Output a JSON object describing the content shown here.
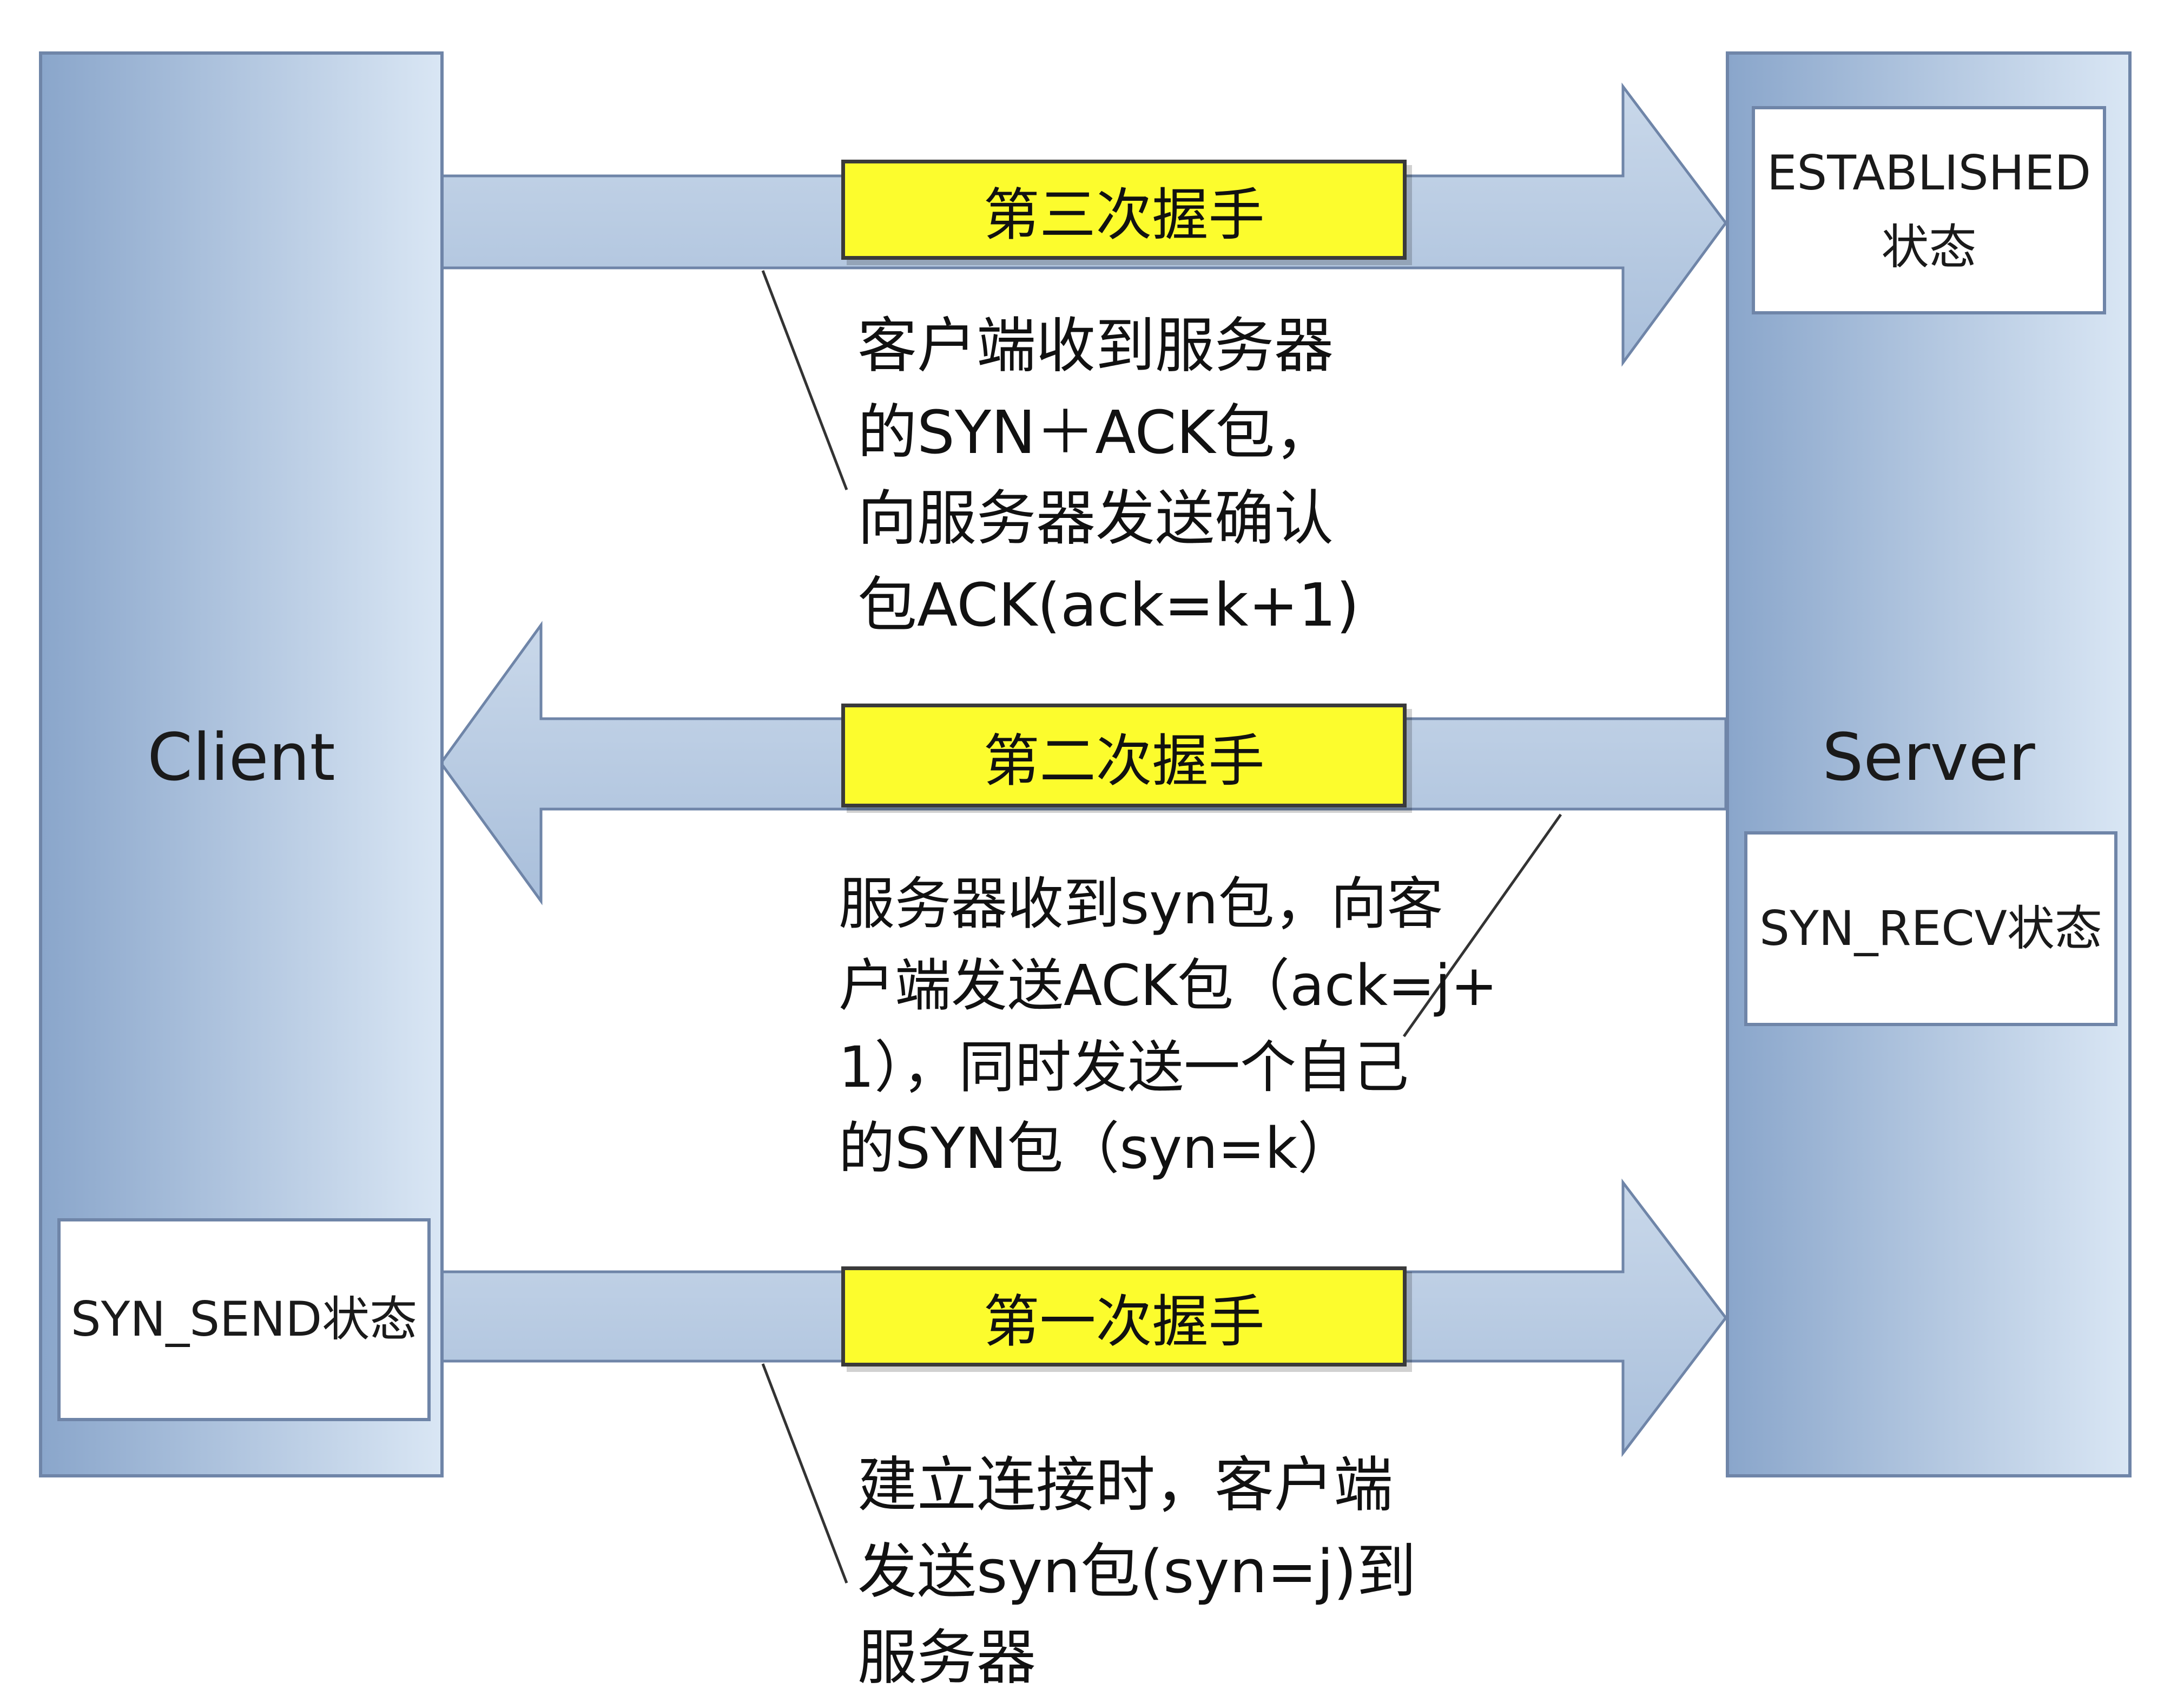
{
  "diagram": {
    "client": {
      "label": "Client",
      "state": "SYN_SEND状态"
    },
    "server": {
      "label": "Server",
      "state_established": [
        "ESTABLISHED",
        "状态"
      ],
      "state_recv": "SYN_RECV状态"
    },
    "handshakes": {
      "third": "第三次握手",
      "second": "第二次握手",
      "first": "第一次握手"
    },
    "notes": {
      "third": [
        "客户端收到服务器",
        "的SYN＋ACK包，",
        "向服务器发送确认",
        "包ACK(ack=k+1)"
      ],
      "second": [
        "服务器收到syn包，向客",
        "户端发送ACK包（ack=j+",
        "1），同时发送一个自己",
        "的SYN包（syn=k）"
      ],
      "first": [
        "建立连接时，客户端",
        "发送syn包(syn=j)到",
        "服务器"
      ]
    },
    "colors": {
      "column_fill_dark": "#8aa6cb",
      "column_fill_light": "#d9e6f4",
      "column_border": "#6f85a8",
      "arrow_fill": "#b7c9e0",
      "handshake_fill": "#fcfc2d"
    }
  }
}
